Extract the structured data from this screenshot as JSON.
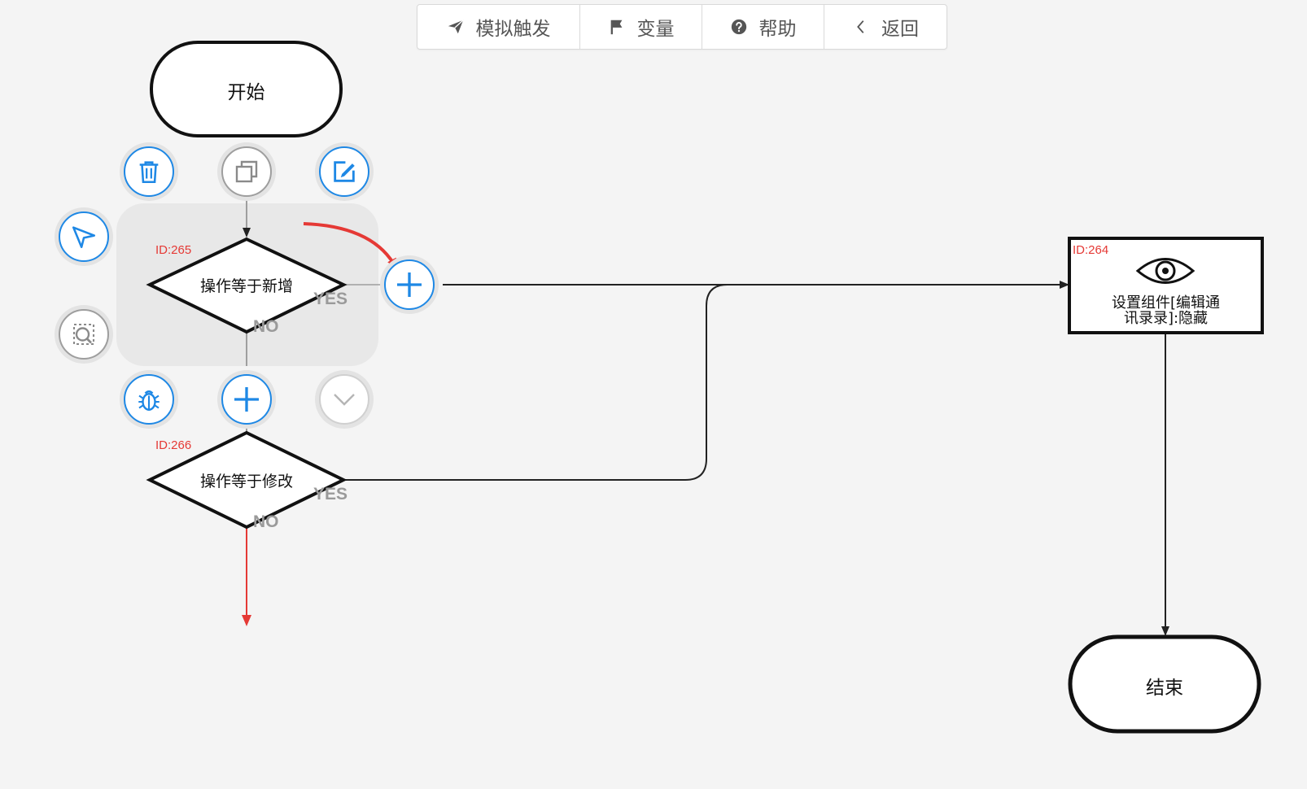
{
  "toolbar": {
    "simulate": {
      "label": "模拟触发",
      "icon": "send-icon"
    },
    "variables": {
      "label": "变量",
      "icon": "flag-icon"
    },
    "help": {
      "label": "帮助",
      "icon": "question-circle-icon"
    },
    "back": {
      "label": "返回",
      "icon": "chevron-left-icon"
    }
  },
  "flow": {
    "start": {
      "label": "开始"
    },
    "end": {
      "label": "结束"
    },
    "condition1": {
      "id": "ID:265",
      "label": "操作等于新增",
      "yes": "YES",
      "no": "NO"
    },
    "condition2": {
      "id": "ID:266",
      "label": "操作等于修改",
      "yes": "YES",
      "no": "NO"
    },
    "action1": {
      "id": "ID:264",
      "line1": "设置组件[编辑通",
      "line2": "讯录录]:隐藏",
      "icon": "eye-icon"
    }
  },
  "node_menu": {
    "items": [
      "delete-icon",
      "copy-icon",
      "edit-icon",
      "send-icon",
      "zoom-search-icon",
      "debug-icon",
      "add-icon",
      "collapse-icon"
    ]
  },
  "colors": {
    "accent": "#1e88e5",
    "id_label": "#e53935",
    "highlight_arrow": "#e53935",
    "selection_bg": "#e8e8e8"
  }
}
